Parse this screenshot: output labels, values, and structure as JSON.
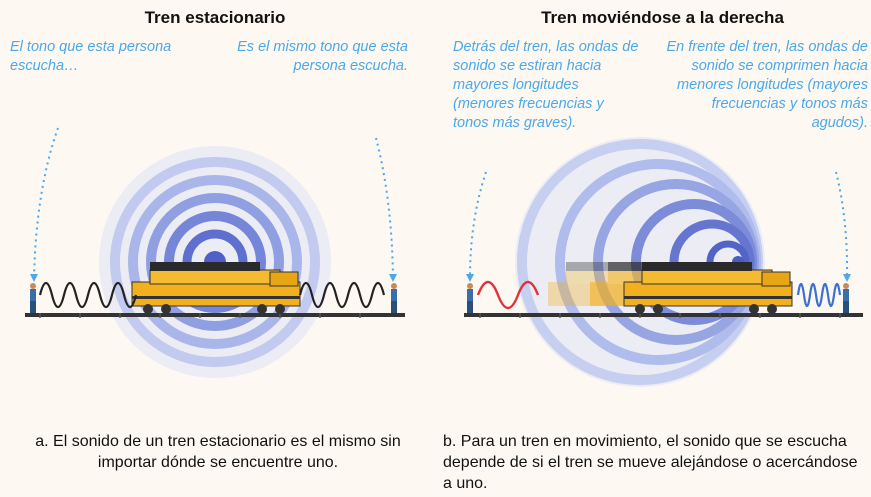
{
  "panel_a": {
    "title": "Tren estacionario",
    "note_left": "El tono que esta persona escucha…",
    "note_right": "Es el mismo tono que esta persona escucha.",
    "caption": "a. El sonido de un tren estacionario es el mismo sin importar dónde se encuentre uno."
  },
  "panel_b": {
    "title": "Tren moviéndose a la derecha",
    "note_left": "Detrás del tren, las ondas de sonido se estiran hacia mayores longitudes (menores frecuencias y tonos más graves).",
    "note_right": "En frente del tren, las ondas de sonido se comprimen hacia menores longitudes (mayores frecuencias y tonos más agudos).",
    "caption": "b. Para un tren en movimiento, el sonido que se escucha depende de si el tren se mueve alejándose o acercándose a uno."
  },
  "colors": {
    "note": "#4aa9e8",
    "wave_ring": "#6f7fd0",
    "low_pitch": "#e0323c",
    "high_pitch": "#3c6fd8",
    "neutral_wave": "#222222",
    "train_body": "#f2b01e"
  }
}
